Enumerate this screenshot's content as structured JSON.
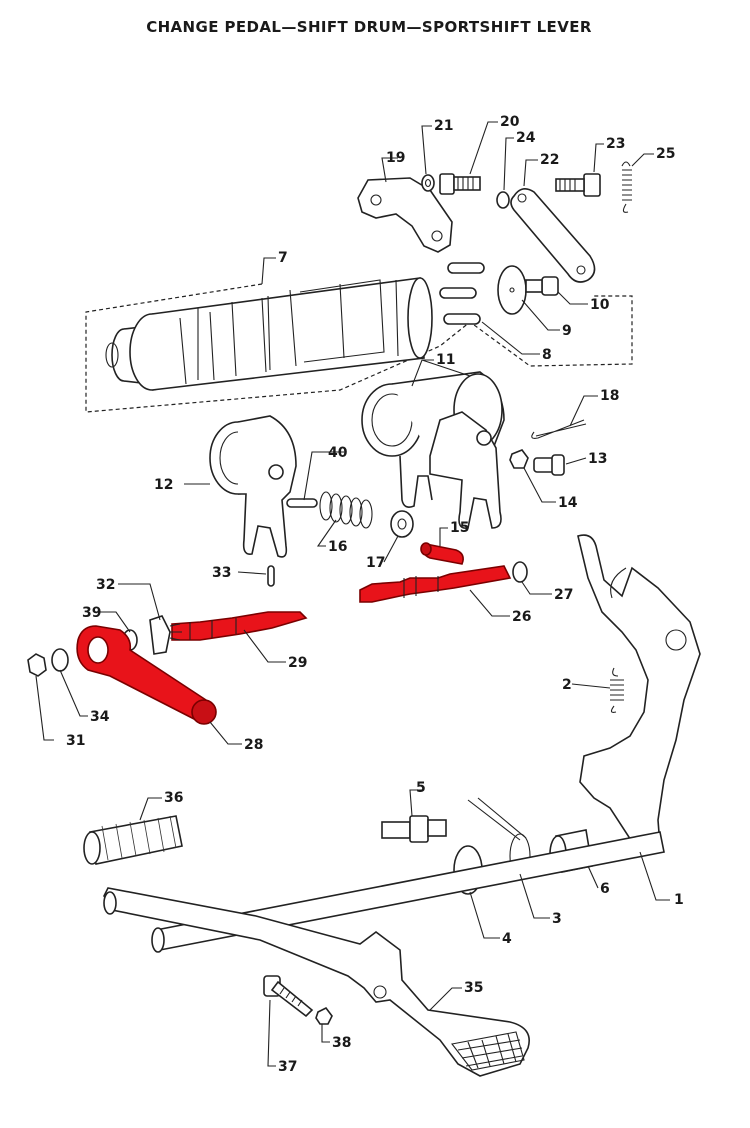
{
  "title": "CHANGE PEDAL—SHIFT DRUM—SPORTSHIFT LEVER",
  "colors": {
    "highlight": "#e8131a",
    "line": "#222222",
    "shade": "#ececec",
    "background": "#ffffff"
  },
  "highlighted_parts": [
    "15",
    "26",
    "28",
    "29"
  ],
  "callouts": {
    "p1": "1",
    "p2": "2",
    "p3": "3",
    "p4": "4",
    "p5": "5",
    "p6": "6",
    "p7": "7",
    "p8": "8",
    "p9": "9",
    "p10": "10",
    "p11": "11",
    "p12": "12",
    "p13": "13",
    "p14": "14",
    "p15": "15",
    "p16": "16",
    "p17": "17",
    "p18": "18",
    "p19": "19",
    "p20": "20",
    "p21": "21",
    "p22": "22",
    "p23": "23",
    "p24": "24",
    "p25": "25",
    "p26": "26",
    "p27": "27",
    "p28": "28",
    "p29": "29",
    "p31": "31",
    "p32": "32",
    "p33": "33",
    "p34": "34",
    "p35": "35",
    "p36": "36",
    "p37": "37",
    "p38": "38",
    "p39": "39",
    "p40": "40"
  }
}
